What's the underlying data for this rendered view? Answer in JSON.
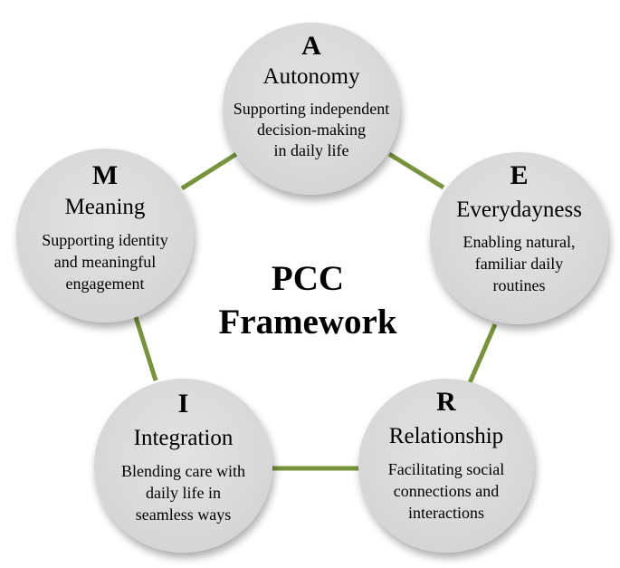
{
  "center": {
    "line1": "PCC",
    "line2": "Framework"
  },
  "colors": {
    "connector": "#77933c",
    "circle_fill": "#d9d9d9",
    "text": "#000000"
  },
  "nodes": {
    "autonomy": {
      "letter": "A",
      "title": "Autonomy",
      "desc": [
        "Supporting independent",
        "decision-making",
        "in daily life"
      ]
    },
    "everydayness": {
      "letter": "E",
      "title": "Everydayness",
      "desc": [
        "Enabling natural,",
        "familiar daily",
        "routines"
      ]
    },
    "relationship": {
      "letter": "R",
      "title": "Relationship",
      "desc": [
        "Facilitating social",
        "connections and",
        "interactions"
      ]
    },
    "integration": {
      "letter": "I",
      "title": "Integration",
      "desc": [
        "Blending care with",
        "daily life in",
        "seamless ways"
      ]
    },
    "meaning": {
      "letter": "M",
      "title": "Meaning",
      "desc": [
        "Supporting identity",
        "and meaningful",
        "engagement"
      ]
    }
  }
}
